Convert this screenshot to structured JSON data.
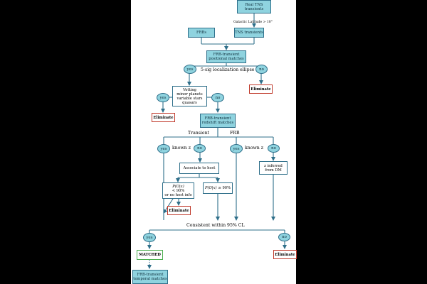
{
  "boxes": {
    "real_tns": "Real TNS\ntransients",
    "frbs": "FRBs",
    "tns_transients": "TNS transients",
    "positional": "FRB-transient\npositional matches",
    "vetting": "Vetting\nminor planets\nvariable stars\nquasars",
    "redshift": "FRB-transient\nredshift matches",
    "associate": "Associate to host",
    "p_low": "< 90%\nor no host info",
    "p_high": "≥ 90%",
    "p_symbol": "P(O|x)",
    "z_inferred": "z inferred\nfrom DM",
    "matched": "MATCHED",
    "temporal": "FRB-transient\ntemporal matches"
  },
  "eliminate": "Eliminate",
  "answers": {
    "yes": "yes",
    "no": "no"
  },
  "labels": {
    "galactic_latitude": "Galactic Latitude > 10°",
    "localization": "5-sig localization ellipse",
    "transient": "Transient",
    "frb": "FRB",
    "known_z": "known z",
    "consistent": "Consistent within 95% CL"
  }
}
